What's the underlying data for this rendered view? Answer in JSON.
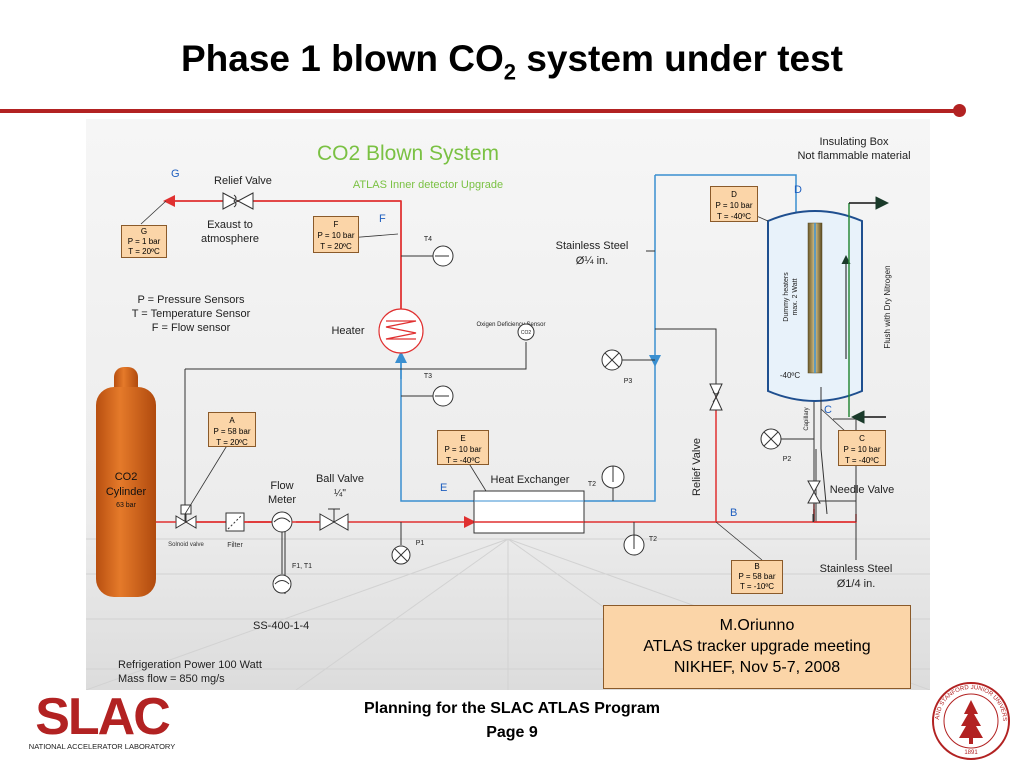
{
  "slide": {
    "title_main": "Phase 1 blown CO",
    "title_sub": "2",
    "title_rest": " system under test"
  },
  "diagram": {
    "heading": "CO2 Blown System",
    "subheading": "ATLAS Inner detector Upgrade",
    "insulating_box_1": "Insulating Box",
    "insulating_box_2": "Not flammable material",
    "relief_valve_top": "Relief Valve",
    "exhaust_1": "Exaust to",
    "exhaust_2": "atmosphere",
    "legend_p": "P = Pressure Sensors",
    "legend_t": "T = Temperature Sensor",
    "legend_f": "F = Flow sensor",
    "heater": "Heater",
    "oxygen_sensor": "Oxigen Deficiency Sensor",
    "co2_tag": "CO2",
    "stainless_top_1": "Stainless Steel",
    "stainless_top_2": "Ø¼ in.",
    "stainless_bottom_1": "Stainless Steel",
    "stainless_bottom_2": "Ø1/4 in.",
    "dummy_heaters_1": "Dummy heaters",
    "dummy_heaters_2": "max. 2 Watt",
    "flush": "Flush with Dry Nitrogen",
    "minus40": "-40ºC",
    "capillary": "Capillary",
    "needle_valve": "Needle Valve",
    "relief_valve_side": "Relief Valve",
    "heat_exchanger": "Heat Exchanger",
    "cylinder_1": "CO2",
    "cylinder_2": "Cylinder",
    "cylinder_3": "63 bar",
    "solenoid": "Solnoid valve",
    "filter": "Filter",
    "flow_meter_1": "Flow",
    "flow_meter_2": "Meter",
    "ball_valve": "Ball Valve",
    "ball_valve_size": "¼\"",
    "f1t1": "F1, T1",
    "ss400": "SS-400-1-4",
    "refrig": "Refrigeration Power 100 Watt",
    "mass_flow": "Mass flow = 850 mg/s",
    "sensor_labels": {
      "t4": "T4",
      "t3": "T3",
      "t2a": "T2",
      "t2b": "T2",
      "p1": "P1",
      "p2": "P2",
      "p3": "P3"
    },
    "letters": {
      "g": "G",
      "f": "F",
      "d": "D",
      "c": "C",
      "e": "E",
      "b": "B"
    },
    "boxes": {
      "g": [
        "G",
        "P = 1 bar",
        "T = 20ºC"
      ],
      "f": [
        "F",
        "P = 10 bar",
        "T = 20ºC"
      ],
      "d": [
        "D",
        "P = 10 bar",
        "T = -40ºC"
      ],
      "a": [
        "A",
        "P = 58 bar",
        "T = 20ºC"
      ],
      "e": [
        "E",
        "P =  10 bar",
        "T = -40ºC"
      ],
      "c": [
        "C",
        "P = 10 bar",
        "T = -40ºC"
      ],
      "b": [
        "B",
        "P =  58 bar",
        "T = -10ºC"
      ]
    }
  },
  "credit": {
    "line1": "M.Oriunno",
    "line2": "ATLAS tracker upgrade meeting",
    "line3": "NIKHEF, Nov 5-7, 2008"
  },
  "footer": {
    "line1": "Planning for the SLAC ATLAS Program",
    "line2": "Page 9"
  },
  "logos": {
    "slac": "SLAC",
    "slac_sub": "NATIONAL ACCELERATOR LABORATORY",
    "seal_text": "LELAND STANFORD JUNIOR UNIVERSITY",
    "seal_year": "1891"
  },
  "colors": {
    "accent_red": "#b22222",
    "pipe_red": "#e03030",
    "pipe_blue": "#3a8fd0",
    "box_fill": "#fbd5a8",
    "heading_green": "#7ac143",
    "cylinder_orange": "#d9661a"
  }
}
